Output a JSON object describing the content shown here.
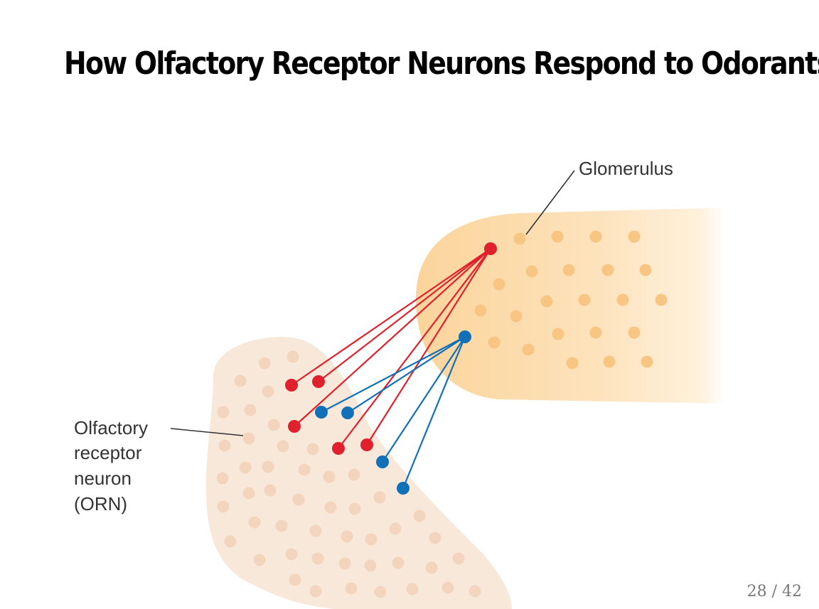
{
  "slide": {
    "title": "How Olfactory Receptor Neurons Respond to Odorants",
    "page_number": "28 / 42"
  },
  "diagram": {
    "labels": {
      "glomerulus": "Glomerulus",
      "orn_lines": [
        "Olfactory",
        "receptor",
        "neuron",
        "(ORN)"
      ]
    },
    "colors": {
      "red_neuron": "#e0202c",
      "blue_neuron": "#1070b8",
      "glomerulus_fill": "#fad9a8",
      "epithelium_fill": "#f8e8da"
    }
  }
}
